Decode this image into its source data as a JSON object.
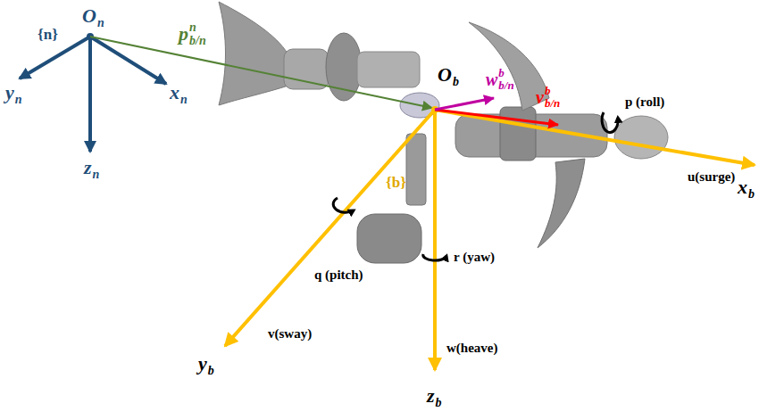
{
  "diagram": {
    "labels": [
      "O",
      "n",
      "{n}",
      "x",
      "n",
      "y",
      "n",
      "z",
      "n",
      "p",
      "n",
      "b/n",
      "O",
      "b",
      "w",
      "b",
      "b/n",
      "v",
      "b",
      "b/n",
      "p (roll)",
      "u(surge)",
      "x",
      "b",
      "{b}",
      "q (pitch)",
      "v(sway)",
      "y",
      "b",
      "r (yaw)",
      "w(heave)",
      "z",
      "b"
    ]
  }
}
